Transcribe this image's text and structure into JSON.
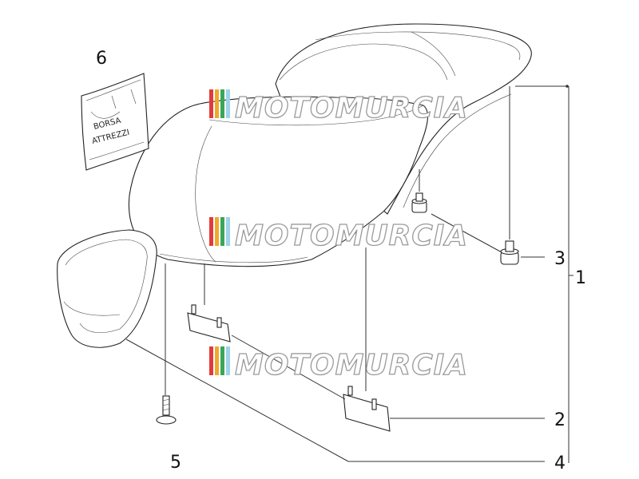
{
  "diagram": {
    "callouts": [
      "1",
      "2",
      "3",
      "4",
      "5",
      "6"
    ],
    "bag_label_line1": "BORSA",
    "bag_label_line2": "ATTREZZI"
  },
  "watermark": {
    "text": "MOTOMURCIA",
    "stripe_colors": [
      "#e23b3b",
      "#f0a830",
      "#3aa657",
      "#9fd3e8"
    ]
  }
}
